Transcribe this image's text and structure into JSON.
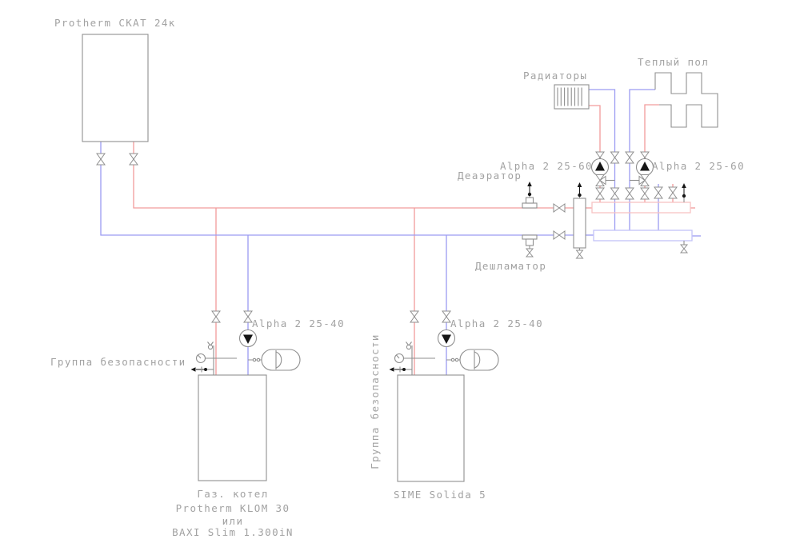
{
  "colors": {
    "supply": "#f29c9c",
    "return": "#9c9cf2",
    "supply-light": "#f8c2c2",
    "return-light": "#c2c2f8",
    "equipment": "#8f8f8f",
    "text": "#a2a2a2",
    "black": "#161616"
  },
  "labels": {
    "wall_boiler": "Protherm СКАТ 24к",
    "radiators": "Радиаторы",
    "warm_floor": "Теплый пол",
    "pump_radiators": "Alpha 2 25-60",
    "pump_floor": "Alpha 2 25-60",
    "deaerator": "Деаэратор",
    "dirt_separator": "Дешламатор",
    "pump_boiler1": "Alpha 2 25-40",
    "pump_boiler2": "Alpha 2 25-40",
    "safety_group": "Группа безопасности",
    "boiler1_caption": [
      "Газ. котел",
      "Protherm KLOM 30",
      "или",
      "BAXI Slim 1.300iN"
    ],
    "boiler2_caption": "SIME Solida 5"
  }
}
